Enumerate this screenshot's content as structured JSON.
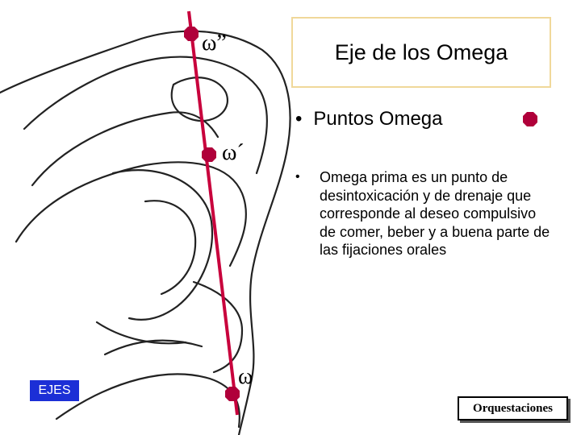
{
  "title": "Eje de los Omega",
  "bullets": {
    "marker": "•",
    "puntos": "Puntos Omega",
    "description": "Omega prima es un punto de desintoxicación y de drenaje que corresponde al deseo compulsivo de comer, beber y a buena parte de las fijaciones orales"
  },
  "labels": {
    "omega_double_prime": "ω”",
    "omega_prime": "ω´",
    "omega": "ω"
  },
  "ejes_label": "EJES",
  "orquestaciones_label": "Orquestaciones",
  "colors": {
    "axis": "#c8003c",
    "point": "#b0003a",
    "ejes_bg": "#1c2fd6",
    "title_border": "#f0d89a"
  },
  "icons": {
    "legend_marker": "octagon-point"
  }
}
